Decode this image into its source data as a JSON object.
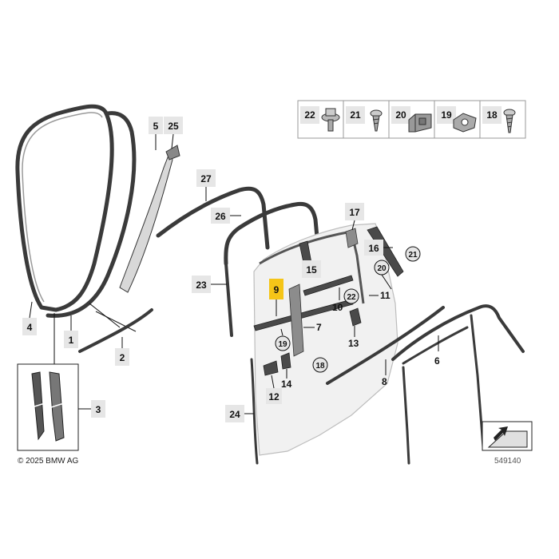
{
  "diagram": {
    "copyright": "© 2025 BMW AG",
    "doc_number": "549140",
    "highlighted_part": "9",
    "highlight_color": "#f5c518",
    "label_box_color": "#e6e6e6",
    "callouts": {
      "p1": "1",
      "p2": "2",
      "p3": "3",
      "p4": "4",
      "p5": "5",
      "p6": "6",
      "p7": "7",
      "p8": "8",
      "p9": "9",
      "p10": "10",
      "p11": "11",
      "p12": "12",
      "p13": "13",
      "p14": "14",
      "p15": "15",
      "p16": "16",
      "p17": "17",
      "p24": "24",
      "p25": "25",
      "p26": "26",
      "p27": "27",
      "p23": "23"
    },
    "circled_refs": {
      "c19a": "19",
      "c18": "18",
      "c22": "22",
      "c20": "20",
      "c21": "21"
    },
    "fastener_strip": [
      "22",
      "21",
      "20",
      "19",
      "18"
    ]
  }
}
